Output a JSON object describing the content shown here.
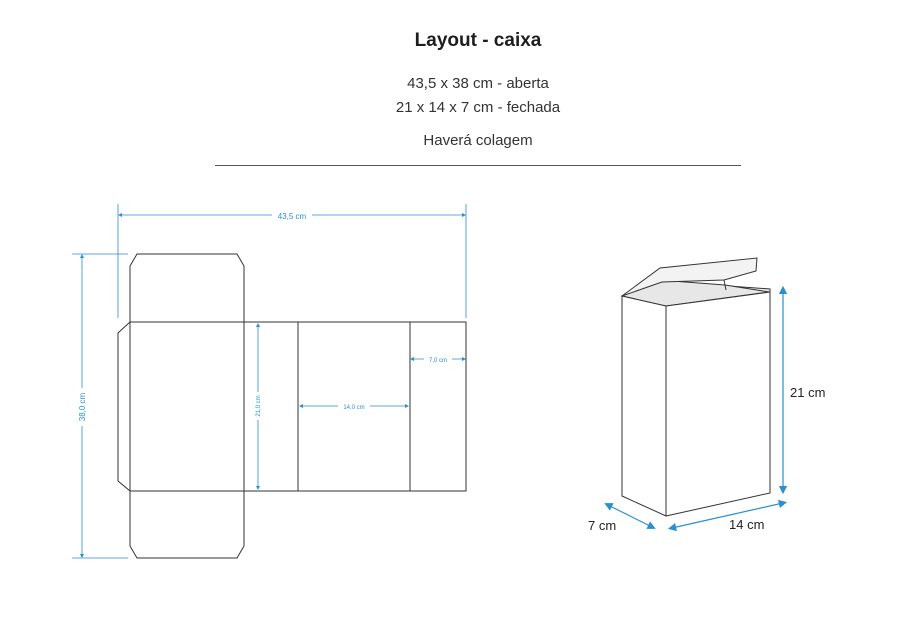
{
  "header": {
    "title": "Layout - caixa",
    "size_open": "43,5 x 38 cm - aberta",
    "size_closed": "21 x 14 x 7 cm - fechada",
    "note": "Haverá colagem"
  },
  "flat_layout": {
    "dim_width": "43,5 cm",
    "dim_height": "38,0 cm",
    "dim_panel_height": "21,0 cm",
    "dim_panel_width": "14,0 cm",
    "dim_depth": "7,0 cm"
  },
  "box_3d": {
    "dim_height": "21 cm",
    "dim_width": "14 cm",
    "dim_depth": "7 cm"
  },
  "colors": {
    "dimension": "#2a8fd0",
    "outline": "#333333",
    "box_fill": "#ffffff",
    "box_inner": "#e9e9e9"
  }
}
